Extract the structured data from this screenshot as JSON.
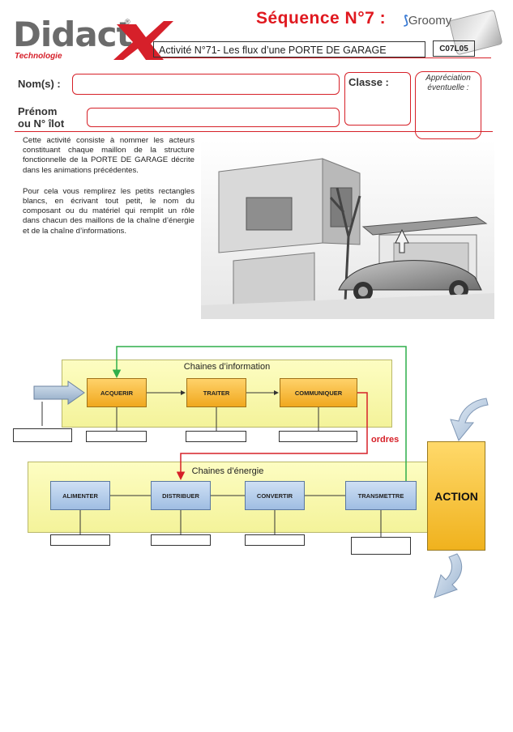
{
  "header": {
    "logo_text": "Didact",
    "logo_subtitle": "Technologie",
    "logo_registered": "®",
    "sequence_title": "Séquence N°7 :",
    "brand_name": "Groomy",
    "activity_title": "Activité N°71- Les flux d’une PORTE DE GARAGE",
    "code": "C07L05"
  },
  "form": {
    "names_label": "Nom(s) :",
    "class_label": "Classe :",
    "firstname_label_line1": "Prénom",
    "firstname_label_line2": "ou N° îlot",
    "appreciation_label": "Appréciation éventuelle :"
  },
  "intro": {
    "paragraph1": "Cette activité consiste à nommer les acteurs constituant chaque maillon de la structure fonctionnelle de la PORTE DE GARAGE décrite dans les animations précédentes.",
    "paragraph2": "Pour cela vous remplirez les petits rectangles blancs, en écrivant tout petit, le nom du composant ou du matériel qui remplit un rôle dans chacun des maillons de la chaîne d’énergie et de la chaîne d’informations."
  },
  "diagram": {
    "info_chain_title": "Chaines d’information",
    "energy_chain_title": "Chaines d’énergie",
    "info_blocks": [
      "ACQUERIR",
      "TRAITER",
      "COMMUNIQUER"
    ],
    "energy_blocks": [
      "ALIMENTER",
      "DISTRIBUER",
      "CONVERTIR",
      "TRANSMETTRE"
    ],
    "orders_label": "ordres",
    "action_label": "ACTION",
    "colors": {
      "info_panel": "#f7f6a8",
      "info_block": "#f5b73a",
      "energy_block": "#b6cdea",
      "accent_red": "#d62028",
      "return_green": "#2fae4a"
    }
  }
}
